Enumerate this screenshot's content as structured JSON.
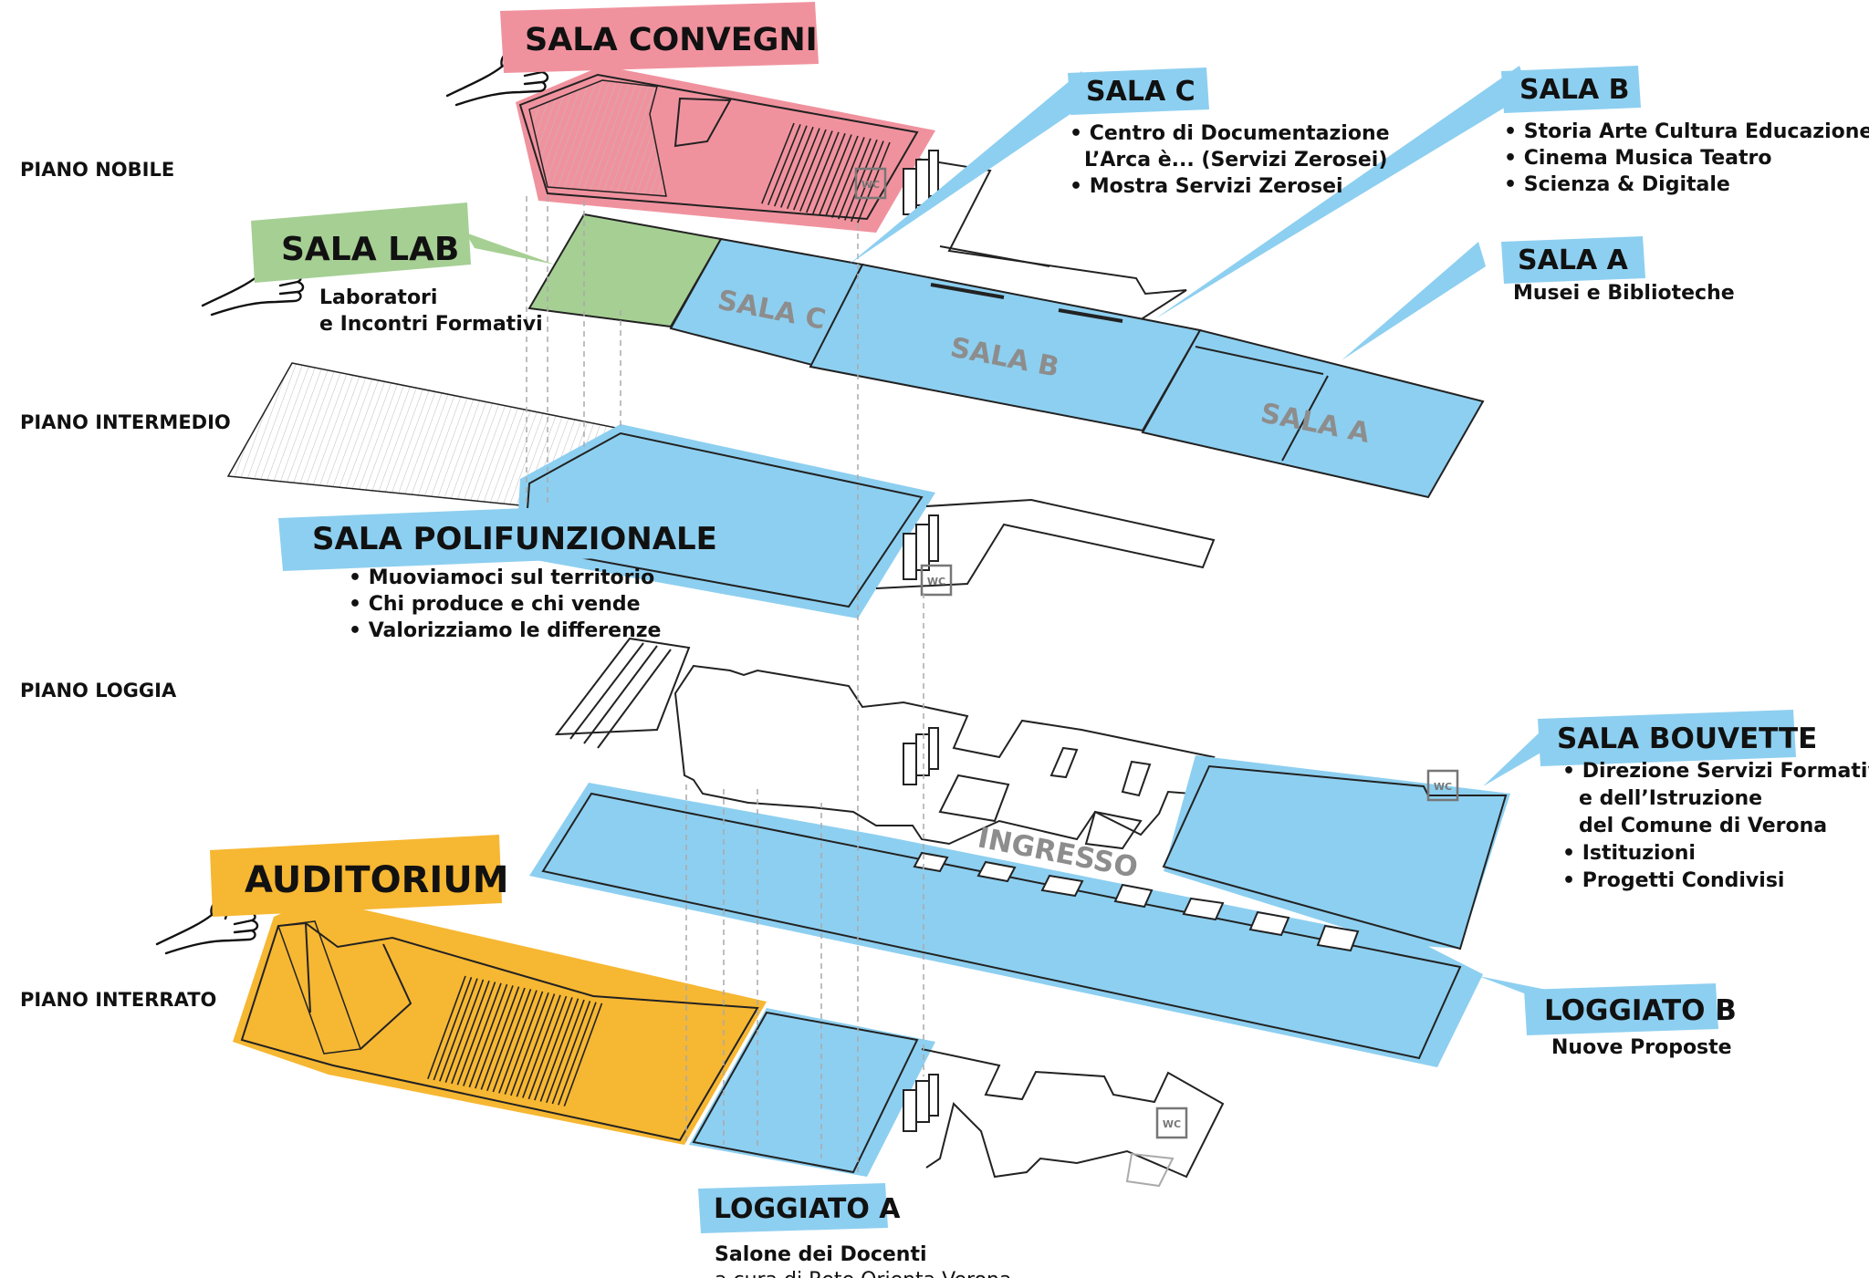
{
  "floors": {
    "nobile": "PIANO NOBILE",
    "intermedio": "PIANO INTERMEDIO",
    "loggia": "PIANO LOGGIA",
    "interrato": "PIANO INTERRATO"
  },
  "rooms": {
    "sala_convegni": {
      "title": "SALA CONVEGNI",
      "color": "#f0929e"
    },
    "sala_lab": {
      "title": "SALA LAB",
      "color": "#a6cf94",
      "lines": [
        "Laboratori",
        "e Incontri Formativi"
      ]
    },
    "sala_c": {
      "title": "SALA C",
      "color": "#8dcff0",
      "bullets": [
        "Centro di Documentazione",
        "L’Arca è... (Servizi Zerosei)",
        "Mostra Servizi Zerosei"
      ]
    },
    "sala_b": {
      "title": "SALA B",
      "color": "#8dcff0",
      "bullets": [
        "Storia Arte Cultura Educazione",
        "Cinema Musica Teatro",
        "Scienza & Digitale"
      ]
    },
    "sala_a": {
      "title": "SALA A",
      "color": "#8dcff0",
      "lines": [
        "Musei e Biblioteche"
      ]
    },
    "sala_polifunzionale": {
      "title": "SALA POLIFUNZIONALE",
      "color": "#8dcff0",
      "bullets": [
        "Muoviamoci sul territorio",
        "Chi produce e chi vende",
        "Valorizziamo le differenze"
      ]
    },
    "sala_bouvette": {
      "title": "SALA BOUVETTE",
      "color": "#8dcff0",
      "bullets": [
        "Direzione Servizi Formativi",
        "e dell’Istruzione",
        "del Comune di Verona",
        "Istituzioni",
        "Progetti Condivisi"
      ]
    },
    "auditorium": {
      "title": "AUDITORIUM",
      "color": "#f6b732"
    },
    "loggiato_b": {
      "title": "LOGGIATO B",
      "color": "#8dcff0",
      "lines": [
        "Nuove Proposte"
      ]
    },
    "loggiato_a": {
      "title": "LOGGIATO A",
      "color": "#8dcff0",
      "lines": [
        "Salone dei Docenti",
        "a cura di Rete Orienta Verona"
      ]
    }
  },
  "plan_labels": {
    "sala_c": "SALA C",
    "sala_b": "SALA B",
    "sala_a": "SALA A",
    "ingresso": "INGRESSO",
    "wc": "WC"
  }
}
